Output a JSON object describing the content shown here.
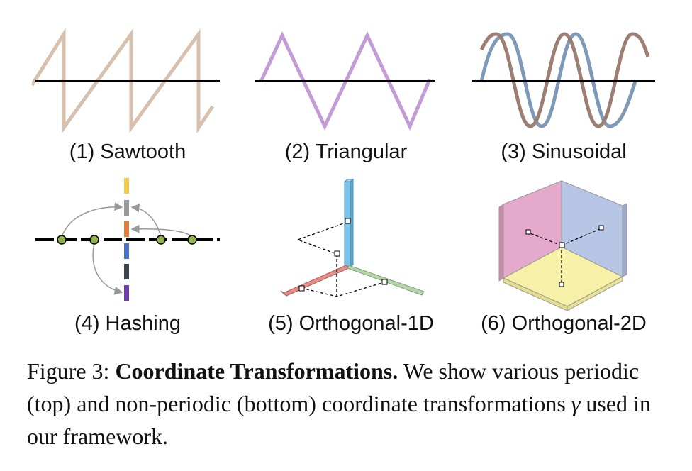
{
  "figure": {
    "panels": [
      {
        "label": "(1) Sawtooth",
        "color": "#d7c1ae"
      },
      {
        "label": "(2) Triangular",
        "color": "#c29bd7"
      },
      {
        "label": "(3) Sinusoidal",
        "colors": [
          "#7f9ab8",
          "#9c7f72"
        ]
      },
      {
        "label": "(4) Hashing",
        "node_color": "#8fb24a",
        "bin_colors": [
          "#f2c94c",
          "#9a9a9a",
          "#e37d3a",
          "#4a72c8",
          "#3d4450",
          "#6f3fb0"
        ]
      },
      {
        "label": "(5) Orthogonal-1D",
        "axis_colors": [
          "#7cc5ea",
          "#e58f8a",
          "#b6d5ad"
        ]
      },
      {
        "label": "(6) Orthogonal-2D",
        "plane_colors": [
          "#e4a9cb",
          "#b8c6e6",
          "#f7f1a8"
        ]
      }
    ]
  },
  "caption": {
    "prefix": "Figure 3:",
    "title": "Coordinate Transformations.",
    "body": "We show various periodic (top) and non-periodic (bottom) coordinate transformations",
    "symbol": "γ",
    "suffix": "used in our framework."
  }
}
